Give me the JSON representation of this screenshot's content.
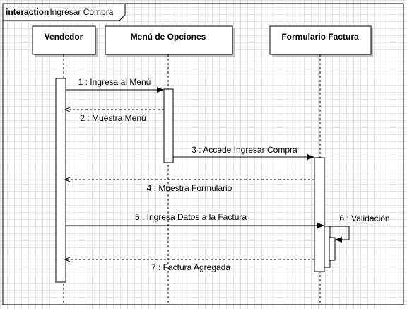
{
  "frame": {
    "keyword": "interaction",
    "name": "Ingresar Compra"
  },
  "lifelines": [
    {
      "name": "Vendedor"
    },
    {
      "name": "Menú de Opciones"
    },
    {
      "name": "Formulario Factura"
    }
  ],
  "messages": [
    {
      "label": "1 : Ingresa al Menú",
      "kind": "sync"
    },
    {
      "label": "2 : Muestra Menú",
      "kind": "return"
    },
    {
      "label": "3 : Accede Ingresar Compra",
      "kind": "sync"
    },
    {
      "label": "4 : Muestra Formulario",
      "kind": "return"
    },
    {
      "label": "5 : Ingresa Datos a la Factura",
      "kind": "sync"
    },
    {
      "label": "6 : Validación",
      "kind": "self"
    },
    {
      "label": "7 : Factura Agregada",
      "kind": "return"
    }
  ],
  "colors": {
    "line": "#000000",
    "box_fill": "#ffffff",
    "box_shadow": "#bfbfbf",
    "grid": "#e4e4e4"
  }
}
